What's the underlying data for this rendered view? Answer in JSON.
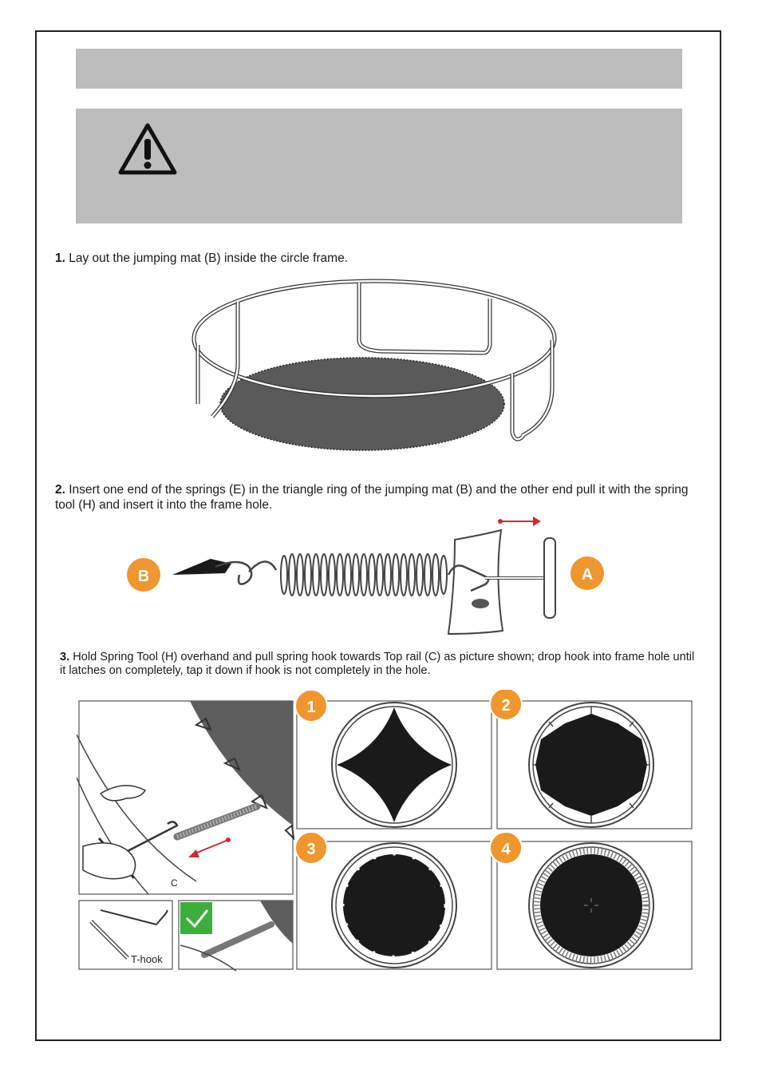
{
  "title_bar": {
    "text": ""
  },
  "warning": {
    "icon": "warning-triangle-icon",
    "text": ""
  },
  "step1": {
    "number": "1.",
    "text": " Lay out the jumping mat (B) inside the circle frame."
  },
  "step2": {
    "number": "2.",
    "text": " Insert one end of the springs (E) in the triangle ring of the jumping mat (B) and the other end pull it with the spring tool (H) and insert it into the frame hole."
  },
  "step3": {
    "number": "3.",
    "text": " Hold Spring Tool (H) overhand and pull spring hook towards Top rail (C) as picture shown; drop hook into frame hole until it latches on completely, tap it down if hook is not completely in the hole."
  },
  "figure2": {
    "label_left": "B",
    "label_right": "A"
  },
  "figure3": {
    "rail_label": "C",
    "thook_label": "T-hook",
    "sequence_labels": [
      "1",
      "2",
      "3",
      "4"
    ]
  },
  "colors": {
    "badge": "#f0962e",
    "arrow": "#d42a2a",
    "check": "#3cae3c",
    "mat": "#1a1a1a",
    "mat_grey": "#5a5a5a"
  }
}
